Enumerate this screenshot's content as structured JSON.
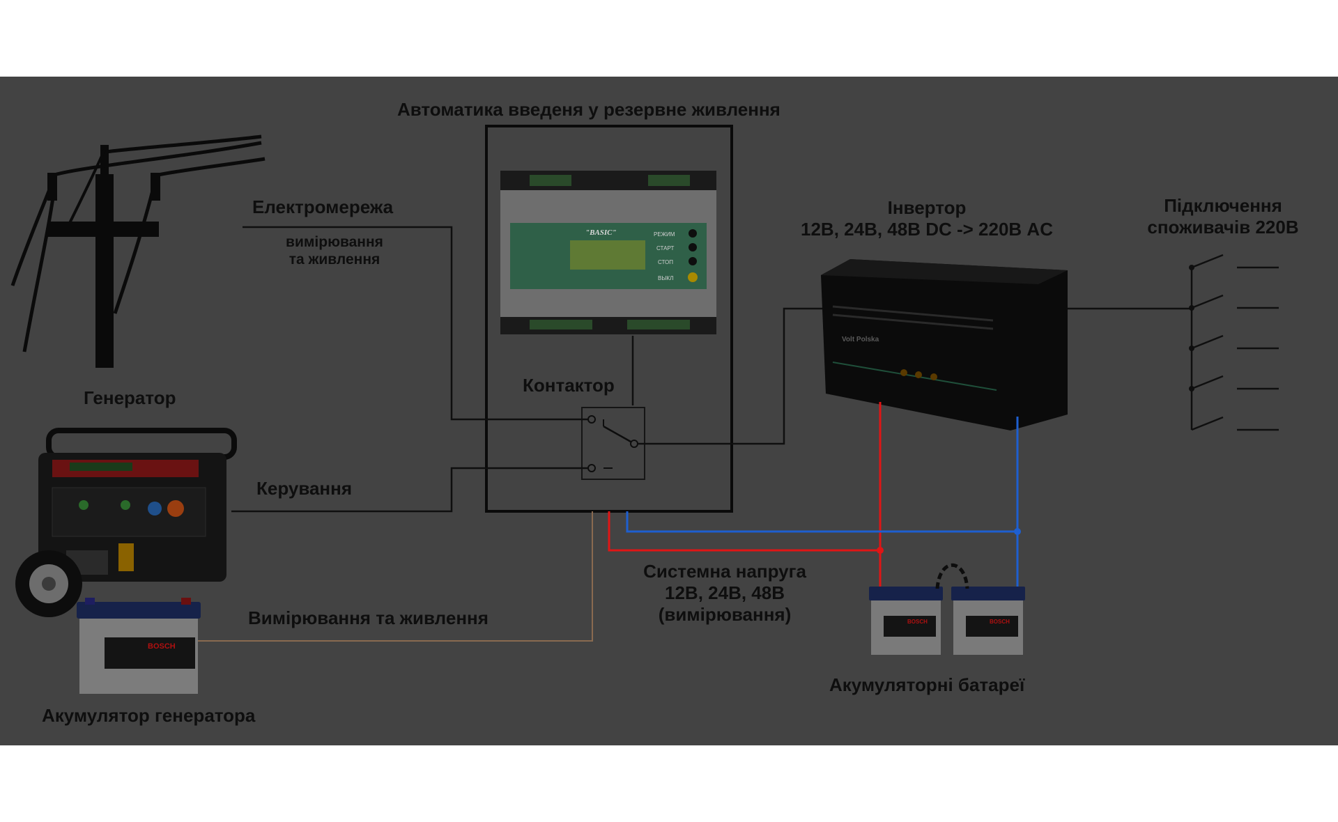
{
  "labels": {
    "ats_title": "Автоматика введеня у резервне живлення",
    "grid": "Електромережа",
    "grid_sub_1": "вимірювання",
    "grid_sub_2": "та живлення",
    "contactor": "Контактор",
    "generator": "Генератор",
    "control": "Керування",
    "measure_power": "Вимірювання та живлення",
    "gen_battery": "Акумулятор генератора",
    "inverter_1": "Інвертор",
    "inverter_2": "12В, 24В, 48В DC -> 220В AC",
    "consumers_1": "Підключення",
    "consumers_2": "споживачів 220В",
    "system_voltage_1": "Системна напруга",
    "system_voltage_2": "12В, 24В, 48В",
    "system_voltage_3": "(вимірювання)",
    "batteries": "Акумуляторні батареї"
  },
  "device_text": {
    "controller_model": "\"BASIC\"",
    "controller_buttons": [
      "РЕЖИМ",
      "СТАРТ",
      "СТОП",
      "ВЫКЛ"
    ],
    "battery_brand": "BOSCH",
    "inverter_brand": "Volt Polska"
  },
  "colors": {
    "background": "#434343",
    "line": "#0f0f0f",
    "positive_wire": "#e01515",
    "negative_wire": "#1e5fd0",
    "measure_wire": "#8a6a50"
  }
}
